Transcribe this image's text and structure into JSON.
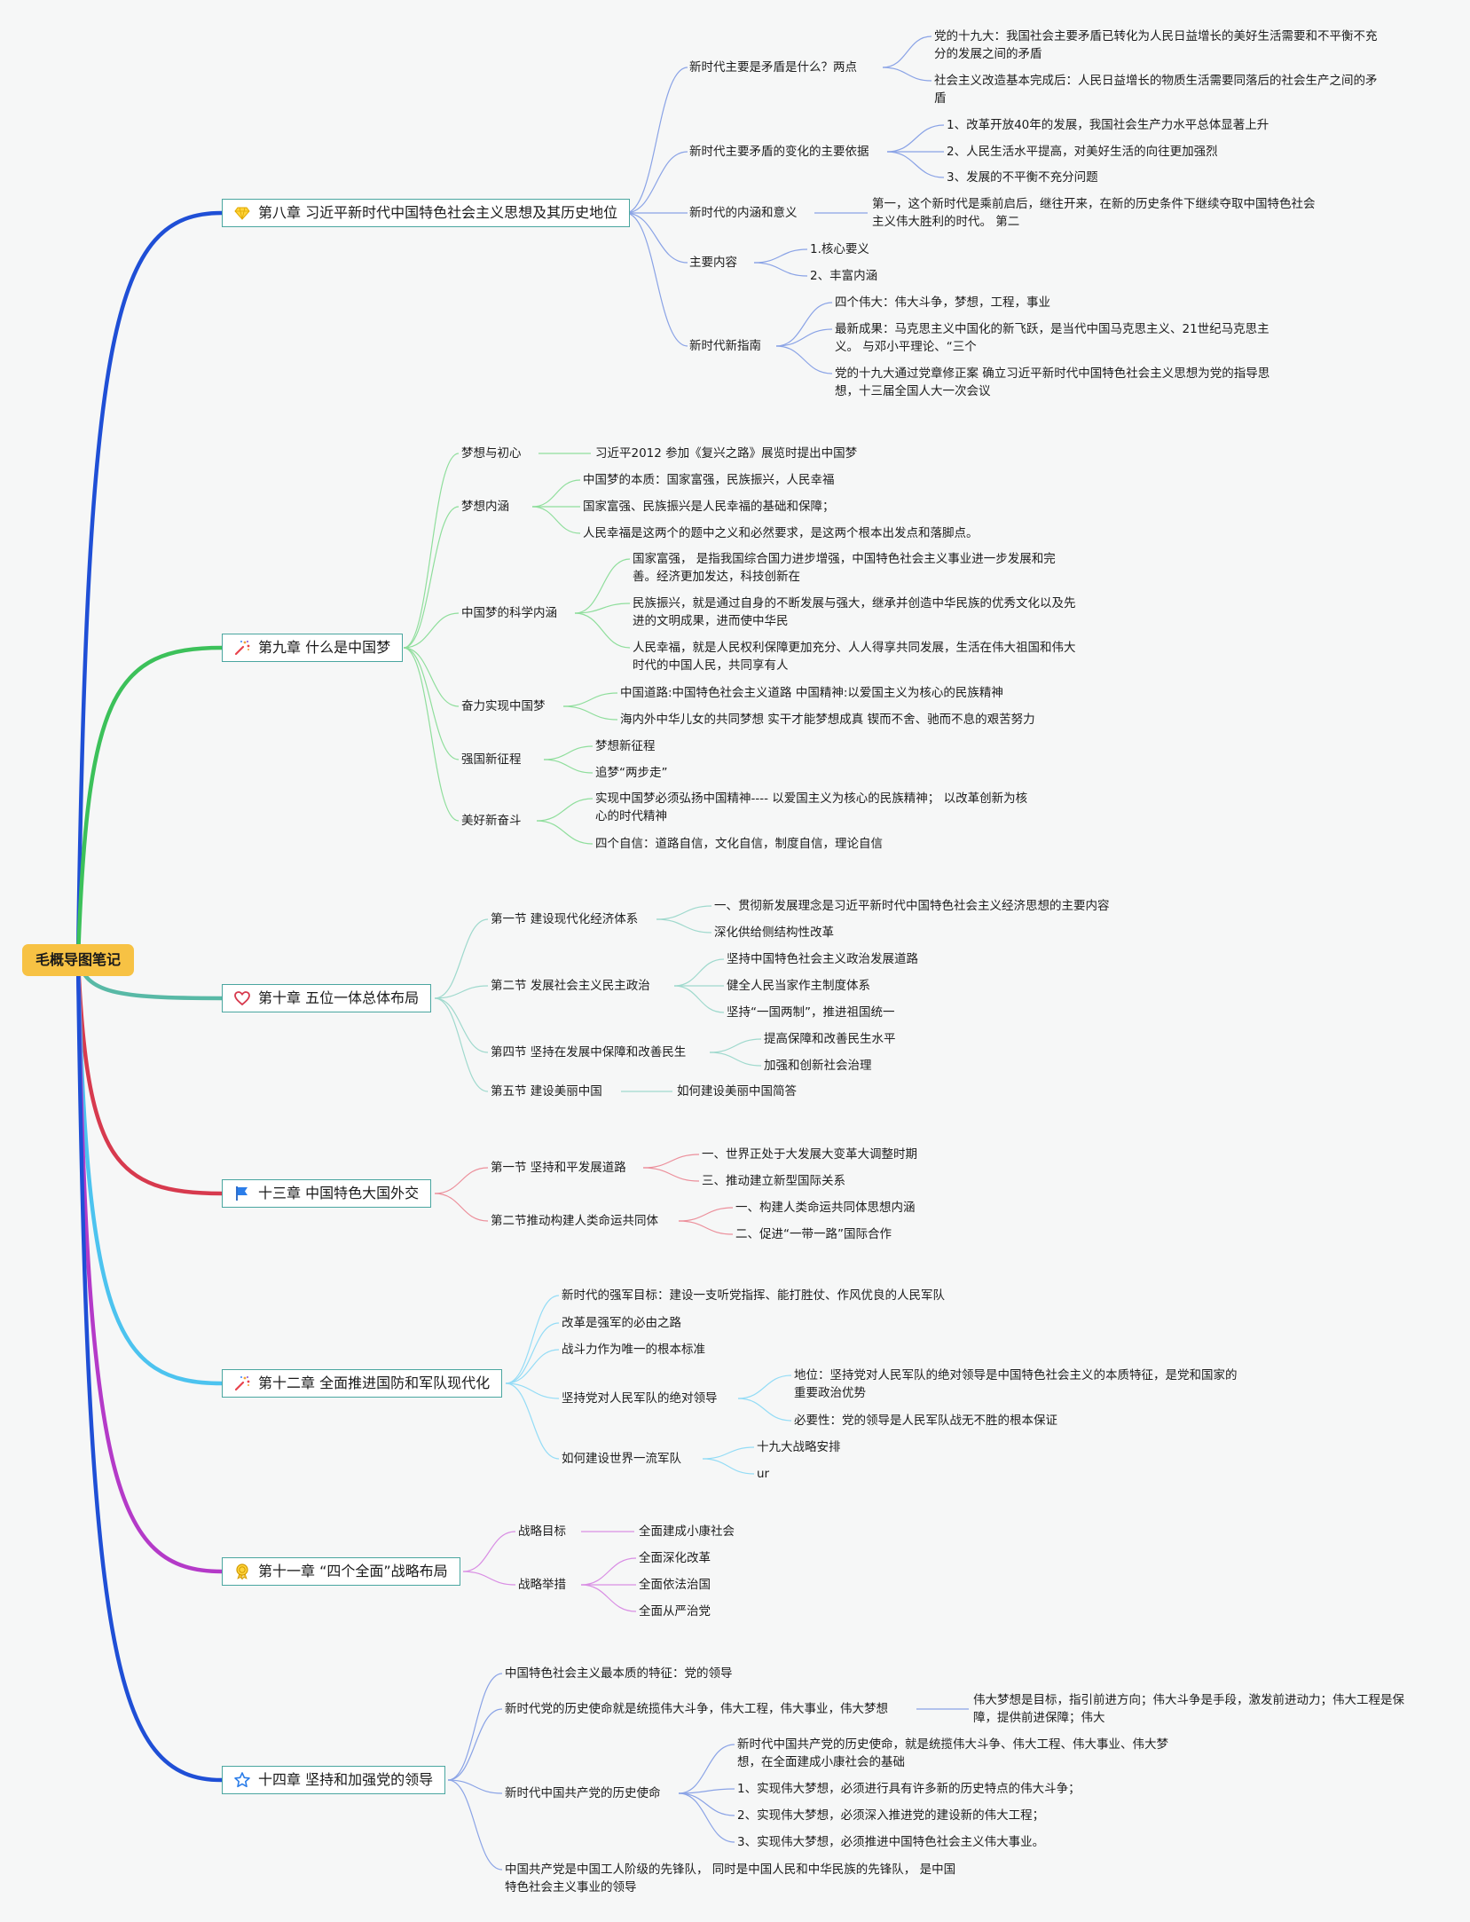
{
  "root": {
    "label": "毛概导图笔记"
  },
  "colors": {
    "root_bg": "#f7c244",
    "chapter_border": "#4aa6a0",
    "branch_ch8": "#1f4fd6",
    "branch_ch9": "#3cc15a",
    "branch_ch10": "#58b9a6",
    "branch_ch13": "#d73a4e",
    "branch_ch12": "#4cc3ef",
    "branch_ch11": "#b43ac8",
    "branch_ch14": "#1f4fd6"
  },
  "ch8": {
    "title": "第八章 习近平新时代中国特色社会主义思想及其历史地位",
    "icon": "diamond-icon",
    "n1": "新时代主要是矛盾是什么？两点",
    "n1a": "党的十九大：我国社会主要矛盾已转化为人民日益增长的美好生活需要和不平衡不充分的发展之间的矛盾",
    "n1b": "社会主义改造基本完成后：人民日益增长的物质生活需要同落后的社会生产之间的矛盾",
    "n2": "新时代主要矛盾的变化的主要依据",
    "n2a": "1、改革开放40年的发展，我国社会生产力水平总体显著上升",
    "n2b": "2、人民生活水平提高，对美好生活的向往更加强烈",
    "n2c": "3、发展的不平衡不充分问题",
    "n3": "新时代的内涵和意义",
    "n3a": "第一，这个新时代是乘前启后，继往开来，在新的历史条件下继续夺取中国特色社会主义伟大胜利的时代。 第二",
    "n4": "主要内容",
    "n4a": "1.核心要义",
    "n4b": "2、丰富内涵",
    "n5": "新时代新指南",
    "n5a": "四个伟大：伟大斗争，梦想，工程，事业",
    "n5b": "最新成果：马克思主义中国化的新飞跃，是当代中国马克思主义、21世纪马克思主义。 与邓小平理论、“三个",
    "n5c": "党的十九大通过党章修正案 确立习近平新时代中国特色社会主义思想为党的指导思想，十三届全国人大一次会议"
  },
  "ch9": {
    "title": "第九章 什么是中国梦",
    "icon": "fireworks-icon",
    "n1": "梦想与初心",
    "n1a": "习近平2012 参加《复兴之路》展览时提出中国梦",
    "n2": "梦想内涵",
    "n2a": "中国梦的本质：国家富强，民族振兴，人民幸福",
    "n2b": "国家富强、民族振兴是人民幸福的基础和保障；",
    "n2c": "人民幸福是这两个的题中之义和必然要求，是这两个根本出发点和落脚点。",
    "n3": "中国梦的科学内涵",
    "n3a": "国家富强， 是指我国综合国力进步增强，中国特色社会主义事业进一步发展和完善。经济更加发达，科技创新在",
    "n3b": "民族振兴，就是通过自身的不断发展与强大，继承并创造中华民族的优秀文化以及先进的文明成果，进而使中华民",
    "n3c": "人民幸福，就是人民权利保障更加充分、人人得享共同发展，生活在伟大祖国和伟大时代的中国人民，共同享有人",
    "n4": "奋力实现中国梦",
    "n4a": "中国道路:中国特色社会主义道路 中国精神:以爱国主义为核心的民族精神",
    "n4b": "海内外中华儿女的共同梦想 实干才能梦想成真 锲而不舍、驰而不息的艰苦努力",
    "n5": "强国新征程",
    "n5a": "梦想新征程",
    "n5b": "追梦“两步走”",
    "n6": "美好新奋斗",
    "n6a": "实现中国梦必须弘扬中国精神----      以爱国主义为核心的民族精神；       以改革创新为核心的时代精神",
    "n6b": "四个自信：道路自信，文化自信，制度自信，理论自信"
  },
  "ch10": {
    "title": "第十章 五位一体总体布局",
    "icon": "heart-icon",
    "n1": "第一节 建设现代化经济体系",
    "n1a": "一、贯彻新发展理念是习近平新时代中国特色社会主义经济思想的主要内容",
    "n1b": "深化供给侧结构性改革",
    "n2": "第二节 发展社会主义民主政治",
    "n2a": "坚持中国特色社会主义政治发展道路",
    "n2b": "健全人民当家作主制度体系",
    "n2c": "坚持“一国两制”，推进祖国统一",
    "n3": "第四节 坚持在发展中保障和改善民生",
    "n3a": "提高保障和改善民生水平",
    "n3b": "加强和创新社会治理",
    "n4": "第五节 建设美丽中国",
    "n4a": "如何建设美丽中国简答"
  },
  "ch13": {
    "title": "十三章 中国特色大国外交",
    "icon": "flag-icon",
    "n1": "第一节 坚持和平发展道路",
    "n1a": "一、世界正处于大发展大变革大调整时期",
    "n1b": "三、推动建立新型国际关系",
    "n2": "第二节推动构建人类命运共同体",
    "n2a": "一、构建人类命运共同体思想内涵",
    "n2b": "二、促进“一带一路”国际合作"
  },
  "ch12": {
    "title": "第十二章 全面推进国防和军队现代化",
    "icon": "fireworks-icon",
    "n1": "新时代的强军目标：建设一支听党指挥、能打胜仗、作风优良的人民军队",
    "n2": "改革是强军的必由之路",
    "n3": "战斗力作为唯一的根本标准",
    "n4": "坚持党对人民军队的绝对领导",
    "n4a": "地位：坚持党对人民军队的绝对领导是中国特色社会主义的本质特征，是党和国家的重要政治优势",
    "n4b": "必要性：党的领导是人民军队战无不胜的根本保证",
    "n5": "如何建设世界一流军队",
    "n5a": "十九大战略安排",
    "n5b": "ur"
  },
  "ch11": {
    "title": "第十一章 “四个全面”战略布局",
    "icon": "medal-icon",
    "n1": "战略目标",
    "n1a": "全面建成小康社会",
    "n2": "战略举措",
    "n2a": "全面深化改革",
    "n2b": "全面依法治国",
    "n2c": "全面从严治党"
  },
  "ch14": {
    "title": "十四章 坚持和加强党的领导",
    "icon": "star-icon",
    "n1": "中国特色社会主义最本质的特征：党的领导",
    "n2": "新时代党的历史使命就是统揽伟大斗争，伟大工程，伟大事业，伟大梦想",
    "n2a": "伟大梦想是目标，指引前进方向；伟大斗争是手段，激发前进动力；伟大工程是保障，提供前进保障；伟大",
    "n3": "新时代中国共产党的历史使命",
    "n3a": "新时代中国共产党的历史使命，就是统揽伟大斗争、伟大工程、伟大事业、伟大梦想，在全面建成小康社会的基础",
    "n3b": "1、实现伟大梦想，必须进行具有许多新的历史特点的伟大斗争；",
    "n3c": "2、实现伟大梦想，必须深入推进党的建设新的伟大工程；",
    "n3d": "3、实现伟大梦想，必须推进中国特色社会主义伟大事业。",
    "n4": "中国共产党是中国工人阶级的先锋队， 同时是中国人民和中华民族的先锋队， 是中国特色社会主义事业的领导"
  }
}
